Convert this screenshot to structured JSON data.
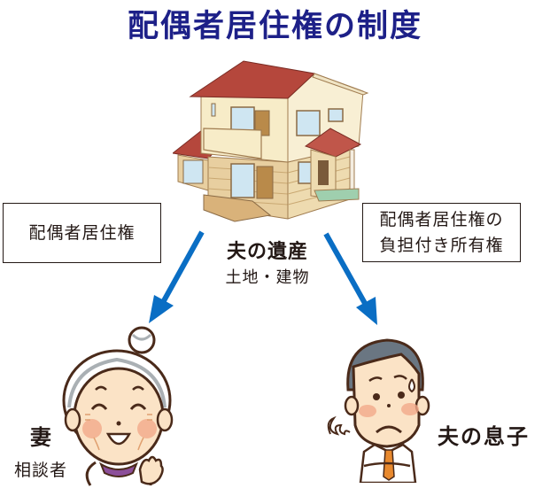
{
  "title": "配偶者居住権の制度",
  "colors": {
    "title": "#1d2088",
    "arrow": "#0a6ec4",
    "roof": "#b5473c",
    "wall": "#f3e6c4",
    "siding": "#e8cfa0",
    "skin": "#fbe3c6",
    "cheek": "#f2a98a",
    "hair_gray": "#8a949c",
    "scarf": "#8c4f9a",
    "tie": "#e8892e"
  },
  "boxes": {
    "left": {
      "label": "配偶者居住権"
    },
    "right": {
      "line1": "配偶者居住権の",
      "line2": "負担付き所有権"
    }
  },
  "estate": {
    "label": "夫の遺産",
    "detail": "土地・建物",
    "icon": "house-icon"
  },
  "wife": {
    "label": "妻",
    "role": "相談者",
    "icon": "elderly-woman-smiling-icon"
  },
  "son": {
    "label": "夫の息子",
    "icon": "worried-man-icon"
  },
  "arrows": [
    {
      "name": "arrow-to-wife",
      "direction": "down-left"
    },
    {
      "name": "arrow-to-son",
      "direction": "down-right"
    }
  ]
}
